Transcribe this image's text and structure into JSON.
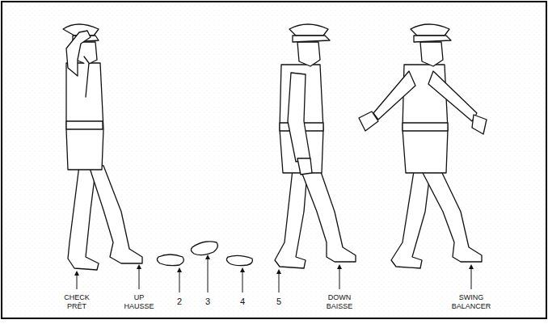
{
  "diagram": {
    "labels": [
      "CHECK",
      "PRÊT",
      "UP",
      "HAUSSE",
      "2",
      "3",
      "4",
      "5",
      "DOWN",
      "BAISSE",
      "SWING",
      "BALANCER"
    ]
  }
}
